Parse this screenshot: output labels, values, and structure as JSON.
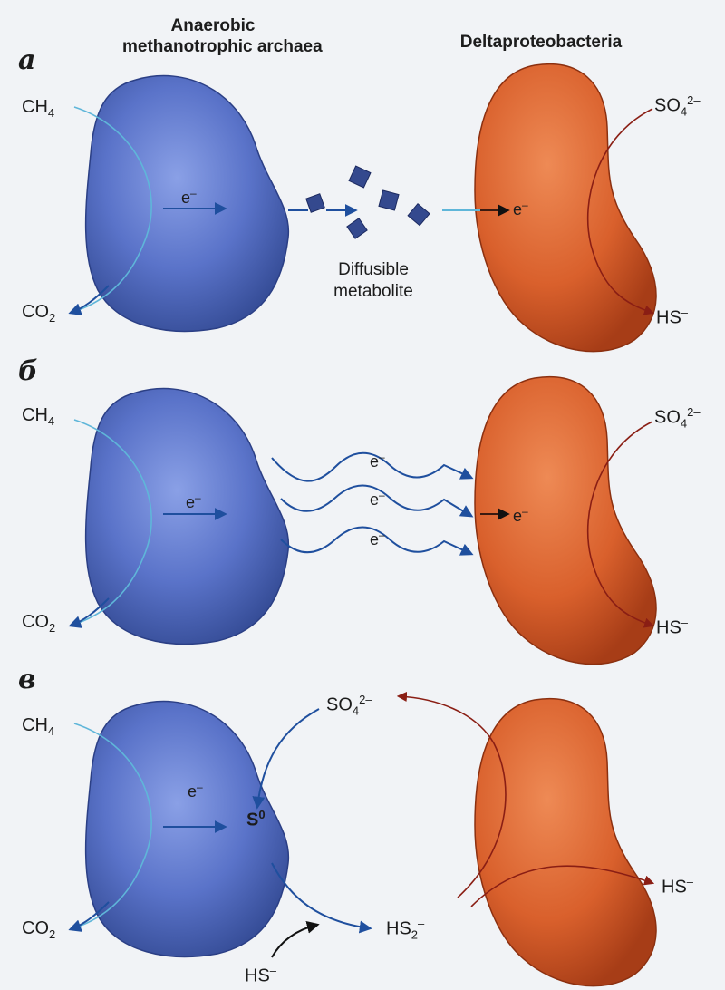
{
  "headers": {
    "archaea_line1": "Anaerobic",
    "archaea_line2": "methanotrophic archaea",
    "bacteria": "Deltaproteobacteria"
  },
  "panels": [
    {
      "letter": "а"
    },
    {
      "letter": "б"
    },
    {
      "letter": "в"
    }
  ],
  "species": {
    "ch4": {
      "base": "CH",
      "sub": "4"
    },
    "co2": {
      "base": "CO",
      "sub": "2"
    },
    "so4": {
      "base": "SO",
      "sub": "4",
      "sup": "2–"
    },
    "hs": {
      "base": "HS",
      "sup": "–"
    },
    "hs2": {
      "base": "HS",
      "sub": "2",
      "sup": "–"
    },
    "s0": {
      "base": "S",
      "sup": "0"
    },
    "electron": {
      "base": "e",
      "sup": "–"
    }
  },
  "metabolite_label_line1": "Diffusible",
  "metabolite_label_line2": "metabolite",
  "colors": {
    "archaea": "#5a73c9",
    "archaea_dark": "#354c96",
    "bacteria": "#d9602c",
    "bacteria_dark": "#9a3614",
    "electron_arrow": "#1f4f9e",
    "sulfur_arrow": "#8a1e14",
    "background": "#f1f3f6"
  }
}
